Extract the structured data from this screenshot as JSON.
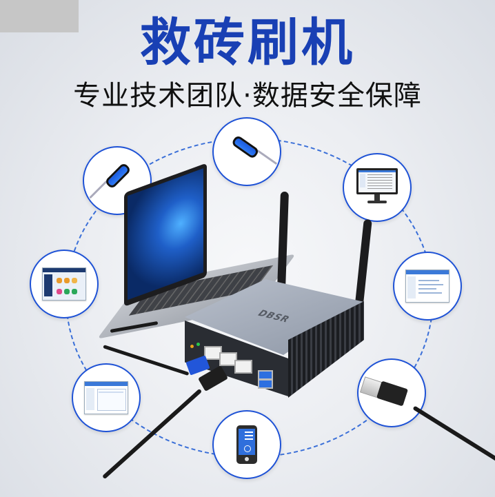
{
  "header": {
    "title": "救砖刷机",
    "subtitle": "专业技术团队·数据安全保障"
  },
  "product": {
    "logo": "DBSR",
    "device": "router",
    "antennas": 2,
    "lan_ports": 3,
    "usb_ports": 2
  },
  "bubbles": [
    {
      "id": "screwdriver-left",
      "icon": "screwdriver-icon"
    },
    {
      "id": "screwdriver-top",
      "icon": "screwdriver-icon"
    },
    {
      "id": "monitor",
      "icon": "monitor-icon"
    },
    {
      "id": "app-window-left",
      "icon": "app-window-icon"
    },
    {
      "id": "settings-window-right",
      "icon": "dialog-window-icon"
    },
    {
      "id": "file-window-bottom-left",
      "icon": "dialog-window-icon"
    },
    {
      "id": "phone",
      "icon": "smartphone-icon"
    },
    {
      "id": "usb-cable",
      "icon": "usb-plug-icon"
    }
  ],
  "colors": {
    "title": "#1940b4",
    "subtitle": "#111111",
    "accent": "#1e52d6",
    "background": "#eceef2"
  }
}
